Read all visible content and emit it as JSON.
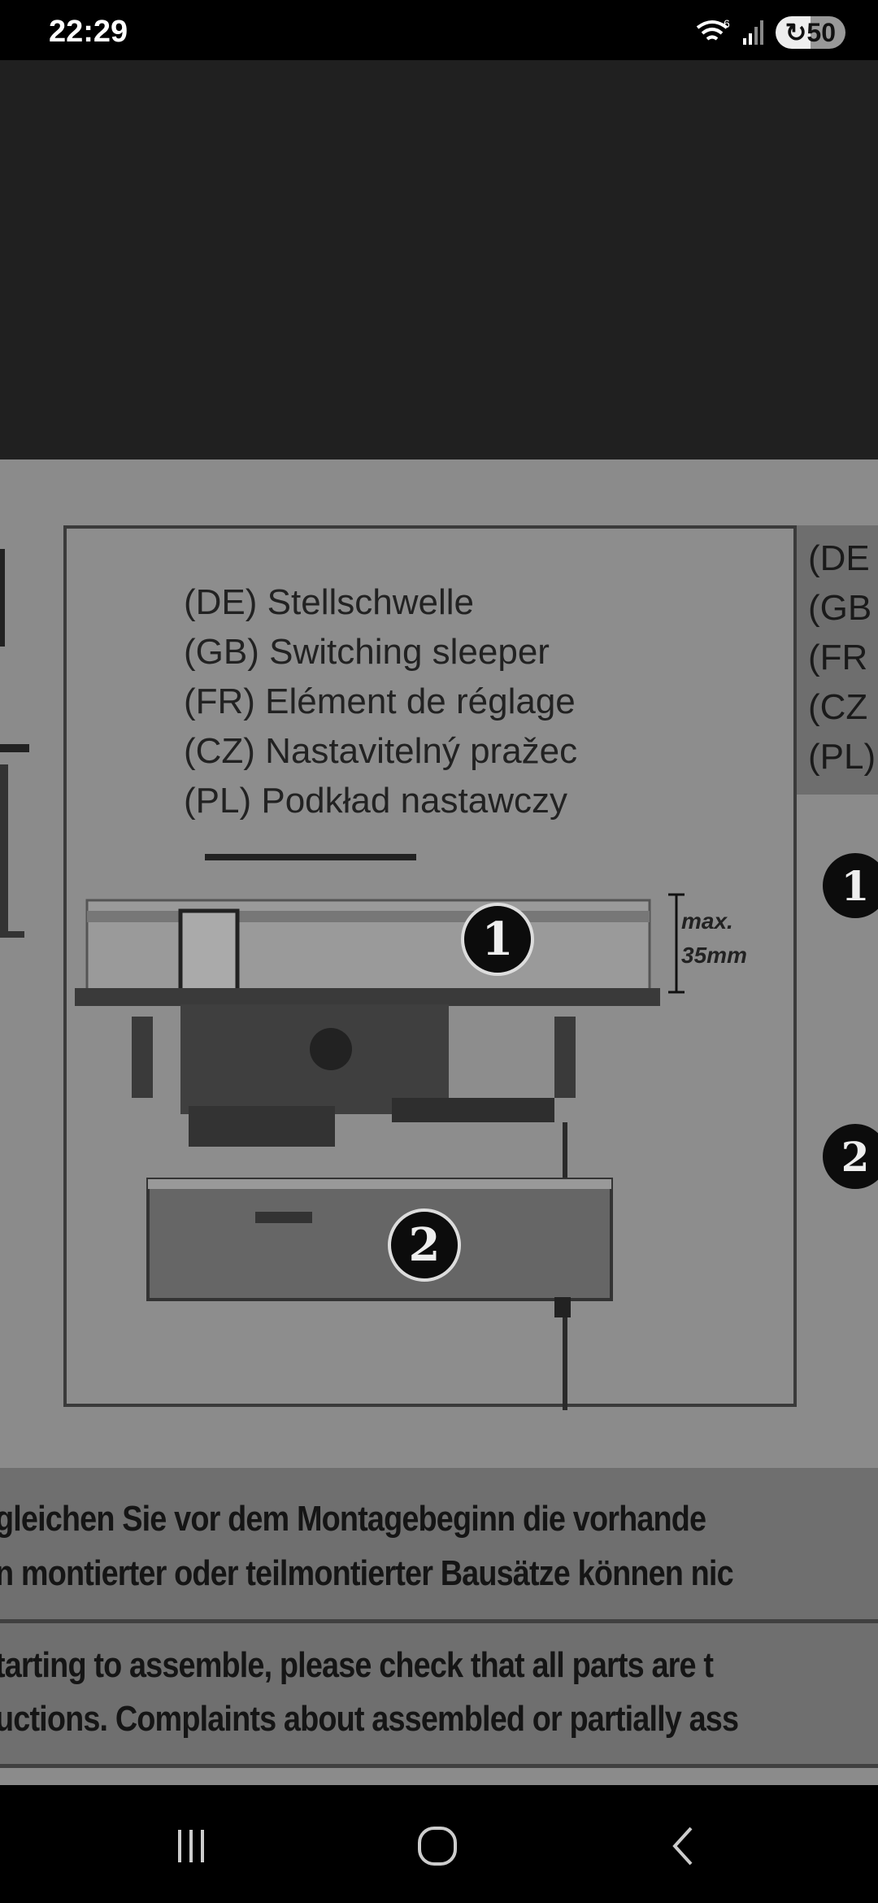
{
  "status_bar": {
    "time": "22:29",
    "battery": "50",
    "wifi_label": "6"
  },
  "diagram": {
    "labels": [
      "(DE) Stellschwelle",
      "(GB) Switching sleeper",
      "(FR) Elément de réglage",
      "(CZ) Nastavitelný pražec",
      "(PL) Podkład nastawczy"
    ],
    "right_labels": [
      "(DE",
      "(GB",
      "(FR",
      "(CZ",
      "(PL)"
    ],
    "callout_1": "1",
    "callout_2": "2",
    "dimension": [
      "max.",
      "35mm"
    ]
  },
  "text": {
    "de_line1": "gleichen Sie vor dem Montagebeginn die vorhande",
    "de_line2": "n montierter oder teilmontierter Bausätze können nic",
    "en_line1": "tarting to assemble, please check that all parts are t",
    "en_line2": "uctions. Complaints about assembled or partially ass"
  },
  "nav": {
    "recent": "recent-apps",
    "home": "home",
    "back": "back"
  }
}
